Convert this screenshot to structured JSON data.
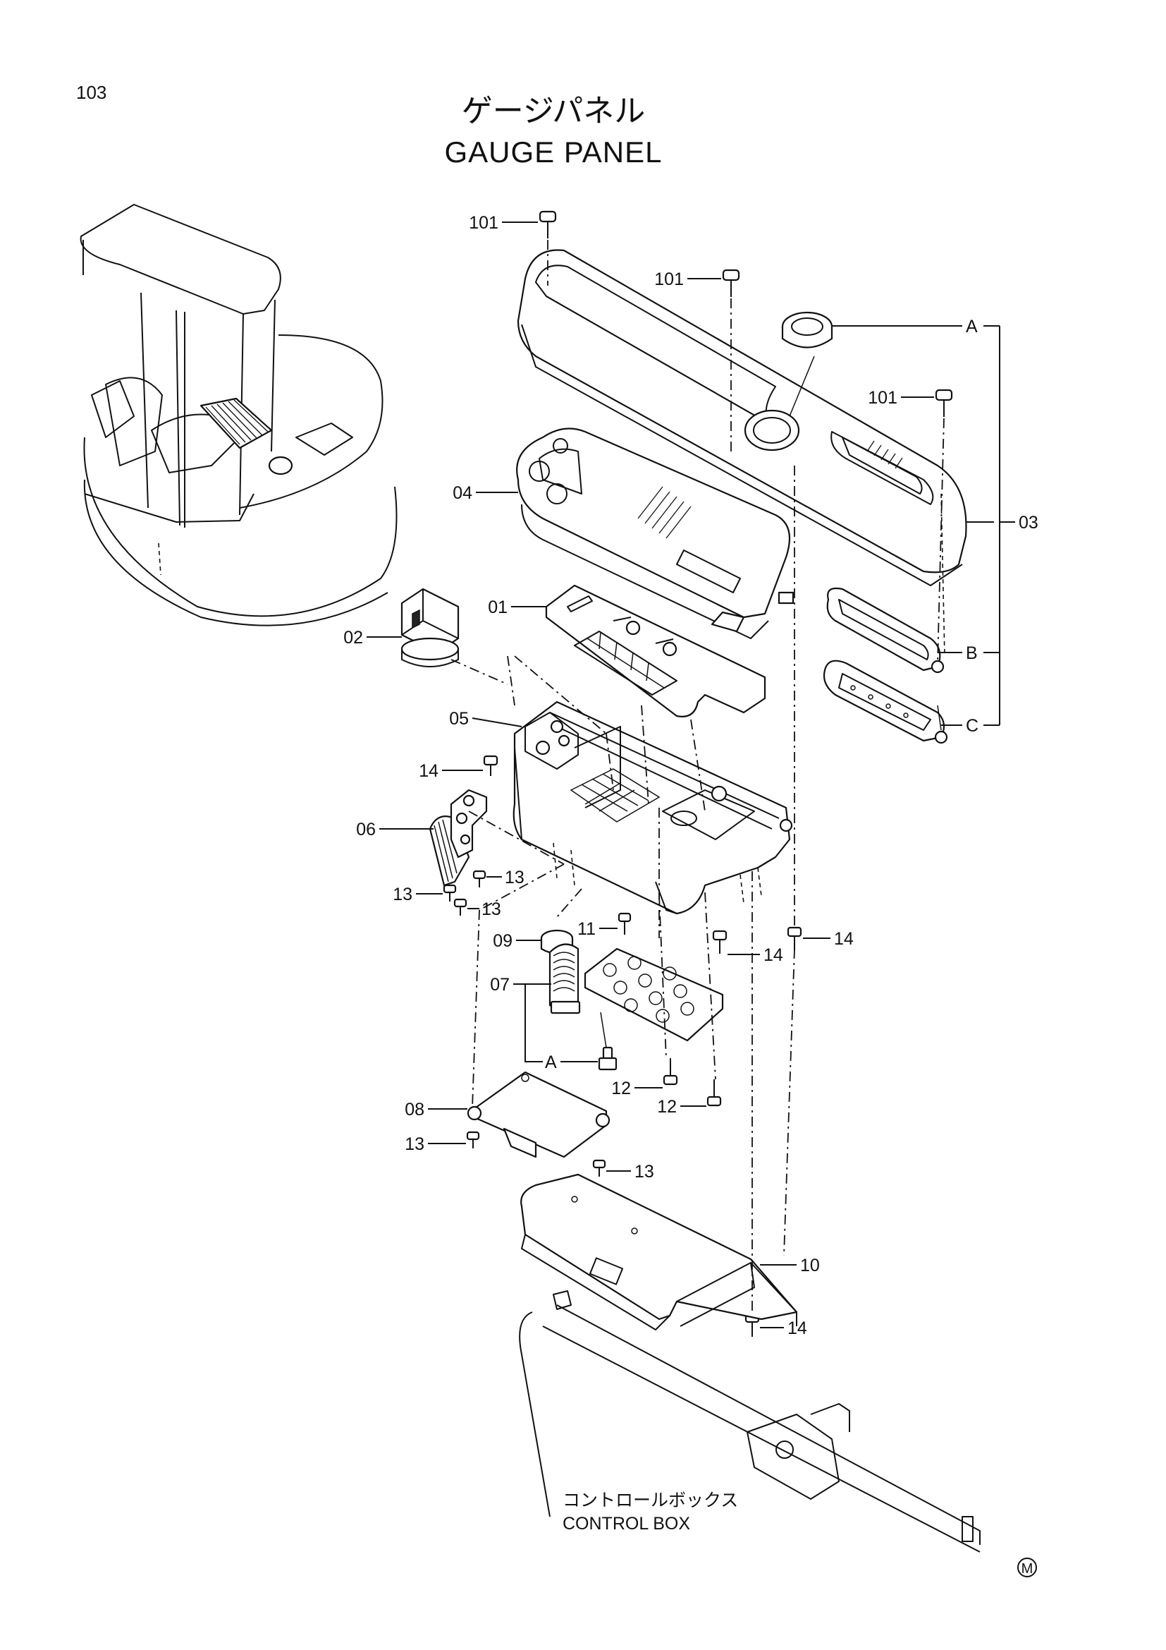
{
  "page_number": "103",
  "title": {
    "japanese": "ゲージパネル",
    "english": "GAUGE PANEL"
  },
  "callouts": [
    {
      "id": "c101a",
      "text": "101"
    },
    {
      "id": "c101b",
      "text": "101"
    },
    {
      "id": "c101c",
      "text": "101"
    },
    {
      "id": "cA1",
      "text": "A"
    },
    {
      "id": "c03",
      "text": "03"
    },
    {
      "id": "c04",
      "text": "04"
    },
    {
      "id": "c01",
      "text": "01"
    },
    {
      "id": "c02",
      "text": "02"
    },
    {
      "id": "cB",
      "text": "B"
    },
    {
      "id": "cC",
      "text": "C"
    },
    {
      "id": "c05",
      "text": "05"
    },
    {
      "id": "c14a",
      "text": "14"
    },
    {
      "id": "c06",
      "text": "06"
    },
    {
      "id": "c13a",
      "text": "13"
    },
    {
      "id": "c13b",
      "text": "13"
    },
    {
      "id": "c13c",
      "text": "13"
    },
    {
      "id": "c09",
      "text": "09"
    },
    {
      "id": "c11",
      "text": "11"
    },
    {
      "id": "c14b",
      "text": "14"
    },
    {
      "id": "c14c",
      "text": "14"
    },
    {
      "id": "c07",
      "text": "07"
    },
    {
      "id": "cA2",
      "text": "A"
    },
    {
      "id": "c12a",
      "text": "12"
    },
    {
      "id": "c12b",
      "text": "12"
    },
    {
      "id": "c08",
      "text": "08"
    },
    {
      "id": "c13d",
      "text": "13"
    },
    {
      "id": "c13e",
      "text": "13"
    },
    {
      "id": "c10",
      "text": "10"
    },
    {
      "id": "c14d",
      "text": "14"
    }
  ],
  "control_box": {
    "japanese": "コントロールボックス",
    "english": "CONTROL BOX"
  },
  "mark": "M"
}
